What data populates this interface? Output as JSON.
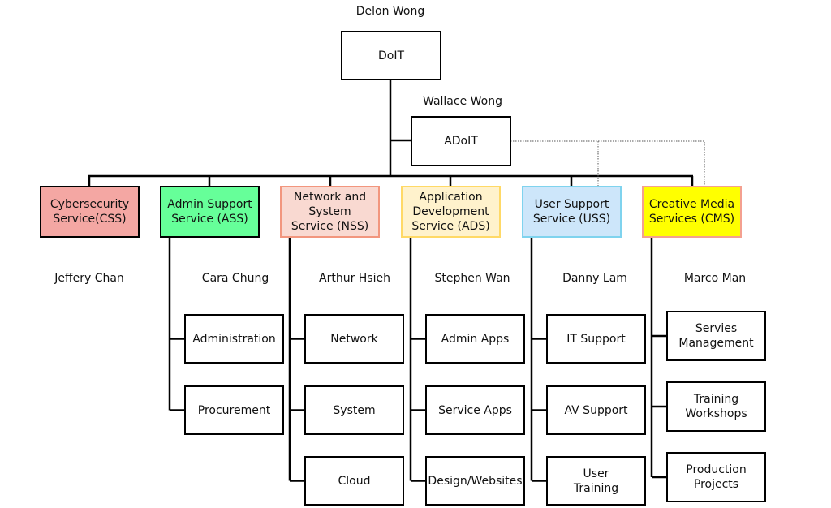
{
  "top": {
    "title": "DoIT",
    "head": "Delon Wong"
  },
  "deputy": {
    "title": "ADoIT",
    "head": "Wallace Wong"
  },
  "departments": [
    {
      "label": "Cybersecurity Service(CSS)",
      "head": "Jeffery Chan",
      "fill": "#f4a7a3",
      "border": "#000000",
      "units": []
    },
    {
      "label": "Admin Support Service (ASS)",
      "head": "Cara Chung",
      "fill": "#66ff99",
      "border": "#000000",
      "units": [
        "Administration",
        "Procurement"
      ]
    },
    {
      "label": "Network and System Service (NSS)",
      "head": "Arthur Hsieh",
      "fill": "#f9d9d1",
      "border": "#f2967e",
      "units": [
        "Network",
        "System",
        "Cloud"
      ]
    },
    {
      "label": "Application Development Service (ADS)",
      "head": "Stephen Wan",
      "fill": "#fff2cc",
      "border": "#ffd966",
      "units": [
        "Admin Apps",
        "Service Apps",
        "Design/Websites"
      ]
    },
    {
      "label": "User Support Service (USS)",
      "head": "Danny Lam",
      "fill": "#cde6fa",
      "border": "#7fd3ee",
      "units": [
        "IT Support",
        "AV Support",
        "User Training"
      ]
    },
    {
      "label": "Creative Media Services (CMS)",
      "head": "Marco Man",
      "fill": "#ffff00",
      "border": "#f4a090",
      "units": [
        "Servies Management",
        "Training Workshops",
        "Production Projects"
      ]
    }
  ]
}
